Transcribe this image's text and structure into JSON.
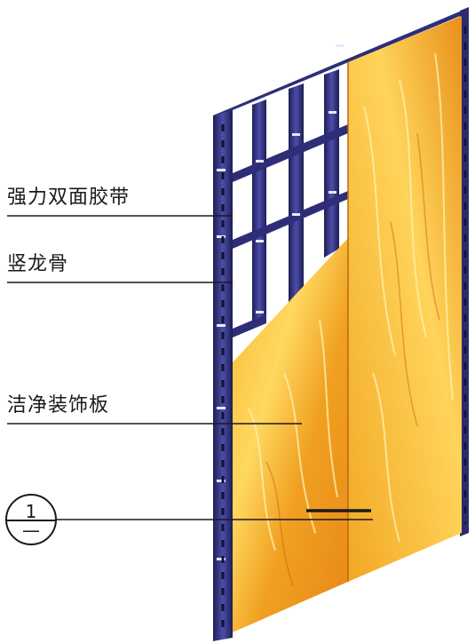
{
  "labels": {
    "tape": "强力双面胶带",
    "stud": "竖龙骨",
    "panel": "洁净装饰板"
  },
  "section_symbol": {
    "number": "1",
    "sheet": "—"
  },
  "colors": {
    "frame": "#2b2b6e",
    "frame_light": "#4a4aa0",
    "panel_base": "#f0a020",
    "panel_light": "#ffe070",
    "panel_dark": "#d86a10",
    "leader": "#1a1a1a"
  }
}
